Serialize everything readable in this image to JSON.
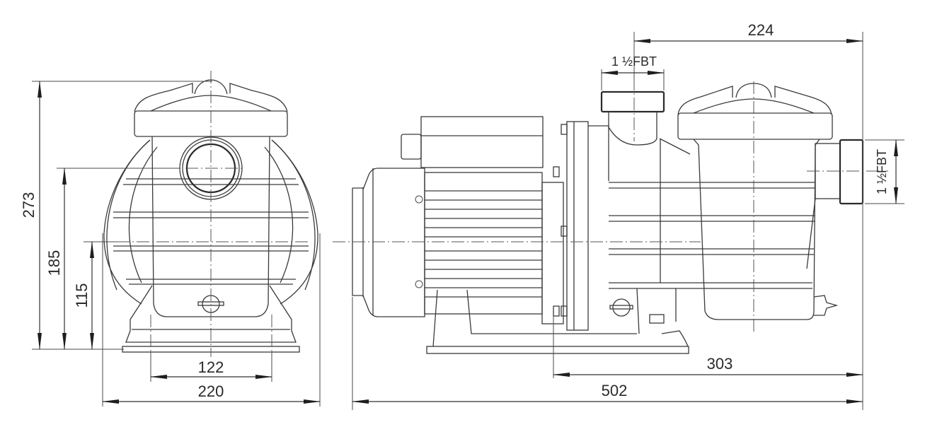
{
  "drawing": {
    "subject": "Pool pump dimensional drawing",
    "views": [
      {
        "name": "front-view",
        "label": "Front view"
      },
      {
        "name": "side-view",
        "label": "Side view"
      }
    ],
    "dimensions": {
      "total_height": "273",
      "inlet_height": "185",
      "shaft_height": "115",
      "base_bolt_spacing": "122",
      "base_width": "220",
      "total_length": "502",
      "motor_flange_to_end": "303",
      "outlet_to_end": "224"
    },
    "connections": {
      "outlet_label": "1 ½FBT",
      "inlet_label": "1 ½FBT"
    },
    "units": "mm",
    "colors": {
      "line": "#3a3a3a",
      "background": "#ffffff"
    }
  }
}
